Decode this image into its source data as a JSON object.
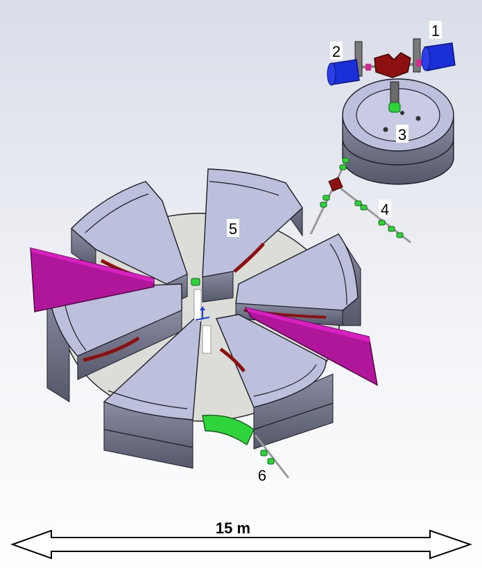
{
  "labels": {
    "l1": "1",
    "l2": "2",
    "l3": "3",
    "l4": "4",
    "l5": "5",
    "l6": "6"
  },
  "scale_bar": {
    "text": "15 m"
  },
  "colors": {
    "background_top": "#dfe3ec",
    "background_bottom": "#ffffff",
    "sector_top": "#bcc0dc",
    "sector_side": "#7d8094",
    "sector_side_dark": "#5e6070",
    "floor": "#dcdcd8",
    "deflector": "#b0169a",
    "deflector_top": "#d81fbf",
    "coil_red": "#8c1010",
    "green_element": "#2fd43a",
    "dee_blue": "#1a2fd8",
    "outline": "#1c1c22"
  }
}
